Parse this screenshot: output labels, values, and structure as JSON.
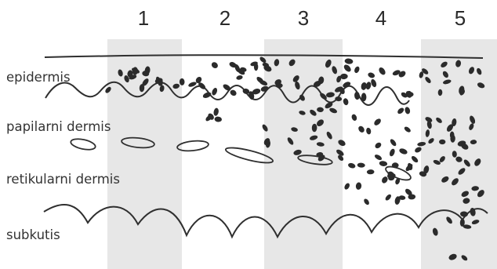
{
  "columns": [
    "1",
    "2",
    "3",
    "4",
    "5"
  ],
  "layers": {
    "epidermis": "epidermis",
    "papillary_dermis": "papilarni dermis",
    "reticular_dermis": "retikularni dermis",
    "subcutis": "subkutis"
  },
  "colors": {
    "band": "#e7e7e7",
    "line": "#2f2f2f",
    "cell": "#2b2b2b",
    "text": "#333333"
  }
}
